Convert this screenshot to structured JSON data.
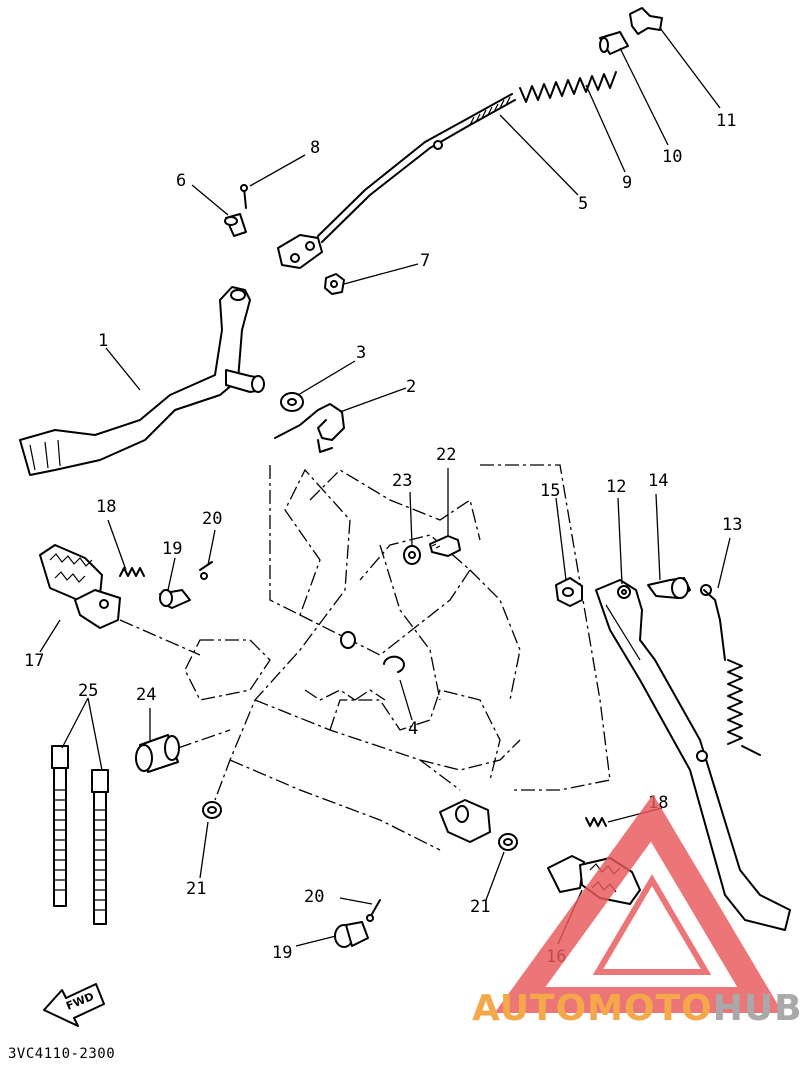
{
  "diagram": {
    "part_code": "3VC4110-2300",
    "fwd_label": "FWD",
    "callouts": [
      "1",
      "2",
      "3",
      "4",
      "5",
      "6",
      "7",
      "8",
      "9",
      "10",
      "11",
      "12",
      "13",
      "14",
      "15",
      "16",
      "17",
      "18",
      "19",
      "20",
      "21",
      "22",
      "23",
      "24",
      "25",
      "18",
      "19",
      "20",
      "21"
    ]
  },
  "watermark": {
    "brand_part1": "AUTOMOTO",
    "brand_part2": "HUB",
    "colors": {
      "triangle": "#e8595a",
      "text_primary": "#f5a84a",
      "text_secondary": "#a9a9a9"
    }
  }
}
